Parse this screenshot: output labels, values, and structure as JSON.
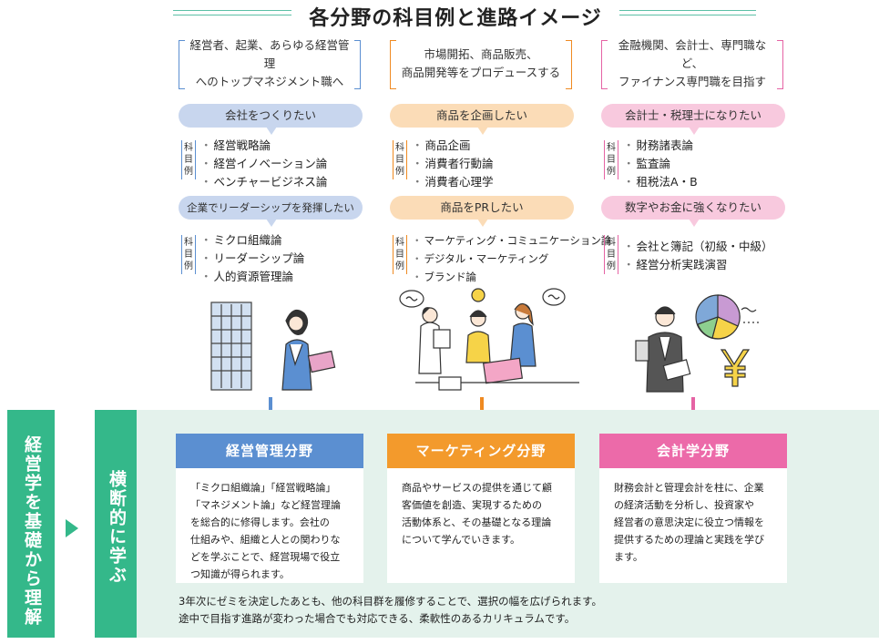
{
  "title": "各分野の科目例と進路イメージ",
  "kamoku_label": "科目例",
  "columns": [
    {
      "goal": "経営者、起業、あらゆる経営管理へのトップマネジメント職へ",
      "goal_line1": "経営者、起業、あらゆる経営管理",
      "goal_line2": "へのトップマネジメント職へ",
      "color": "#5b8fd1",
      "bubble_bg": "#c8d6ee",
      "bubble1": "会社をつくりたい",
      "subjects1": [
        "経営戦略論",
        "経営イノベーション論",
        "ベンチャービジネス論"
      ],
      "bubble2": "企業でリーダーシップを発揮したい",
      "subjects2": [
        "ミクロ組織論",
        "リーダーシップ論",
        "人的資源管理論"
      ],
      "field": "経営管理分野",
      "field_color": "#5b8fd1",
      "desc": [
        "「ミクロ組織論」「経営戦略論」",
        "「マネジメント論」など経営理論",
        "を総合的に修得します。会社の",
        "仕組みや、組織と人との関わりな",
        "どを学ぶことで、経営現場で役立",
        "つ知識が得られます。"
      ]
    },
    {
      "goal": "市場開拓、商品販売、商品開発等をプロデュースする",
      "goal_line1": "市場開拓、商品販売、",
      "goal_line2": "商品開発等をプロデュースする",
      "color": "#ef8a22",
      "bubble_bg": "#fbdcb7",
      "bubble1": "商品を企画したい",
      "subjects1": [
        "商品企画",
        "消費者行動論",
        "消費者心理学"
      ],
      "bubble2": "商品をPRしたい",
      "subjects2": [
        "マーケティング・コミュニケーション論",
        "デジタル・マーケティング",
        "ブランド論"
      ],
      "field": "マーケティング分野",
      "field_color": "#f39a2c",
      "desc": [
        "商品やサービスの提供を通じて顧",
        "客価値を創造、実現するための",
        "活動体系と、その基礎となる理論",
        "について学んでいきます。"
      ]
    },
    {
      "goal": "金融機関、会計士、専門職など、ファイナンス専門職を目指す",
      "goal_line1": "金融機関、会計士、専門職など、",
      "goal_line2": "ファイナンス専門職を目指す",
      "color": "#e563a4",
      "bubble_bg": "#f8c9de",
      "bubble1": "会計士・税理士になりたい",
      "subjects1": [
        "財務諸表論",
        "監査論",
        "租税法A・B"
      ],
      "bubble2": "数字やお金に強くなりたい",
      "subjects2": [
        "会社と簿記（初級・中級）",
        "経営分析実践演習"
      ],
      "field": "会計学分野",
      "field_color": "#ec6aa9",
      "desc": [
        "財務会計と管理会計を柱に、企業",
        "の経済活動を分析し、投資家や",
        "経営者の意思決定に役立つ情報を",
        "提供するための理論と実践を学び",
        "ます。"
      ]
    }
  ],
  "side_label_1": "経営学を基礎から理解",
  "side_label_2": "横断的に学ぶ",
  "note_line1": "3年次にゼミを決定したあとも、他の科目群を履修することで、選択の幅を広げられます。",
  "note_line2": "途中で目指す進路が変わった場合でも対応できる、柔軟性のあるカリキュラムです。",
  "icons": [
    "building-icon",
    "woman-laptop-icon",
    "team-meeting-icon",
    "man-calculator-icon",
    "pie-chart-icon",
    "yen-icon"
  ],
  "accent_green": "#34b88a"
}
